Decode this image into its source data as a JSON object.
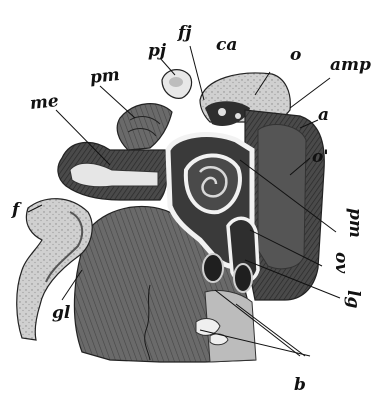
{
  "figure": {
    "labels": {
      "me": "me",
      "pm": "pm",
      "pj": "pj",
      "fj": "fj",
      "ca": "ca",
      "o": "o",
      "amp": "amp",
      "a": "a",
      "o_prime": "o'",
      "pm_right": "pm",
      "ov": "ov",
      "sg": "lg",
      "f": "f",
      "gl": "gl",
      "b": "b"
    },
    "colors": {
      "ink": "#111111",
      "dark_tissue": "#3e3e3e",
      "mid_tissue": "#6e6e6e",
      "light_tissue": "#c9c9c9",
      "cavity": "#e9e9e9"
    }
  }
}
